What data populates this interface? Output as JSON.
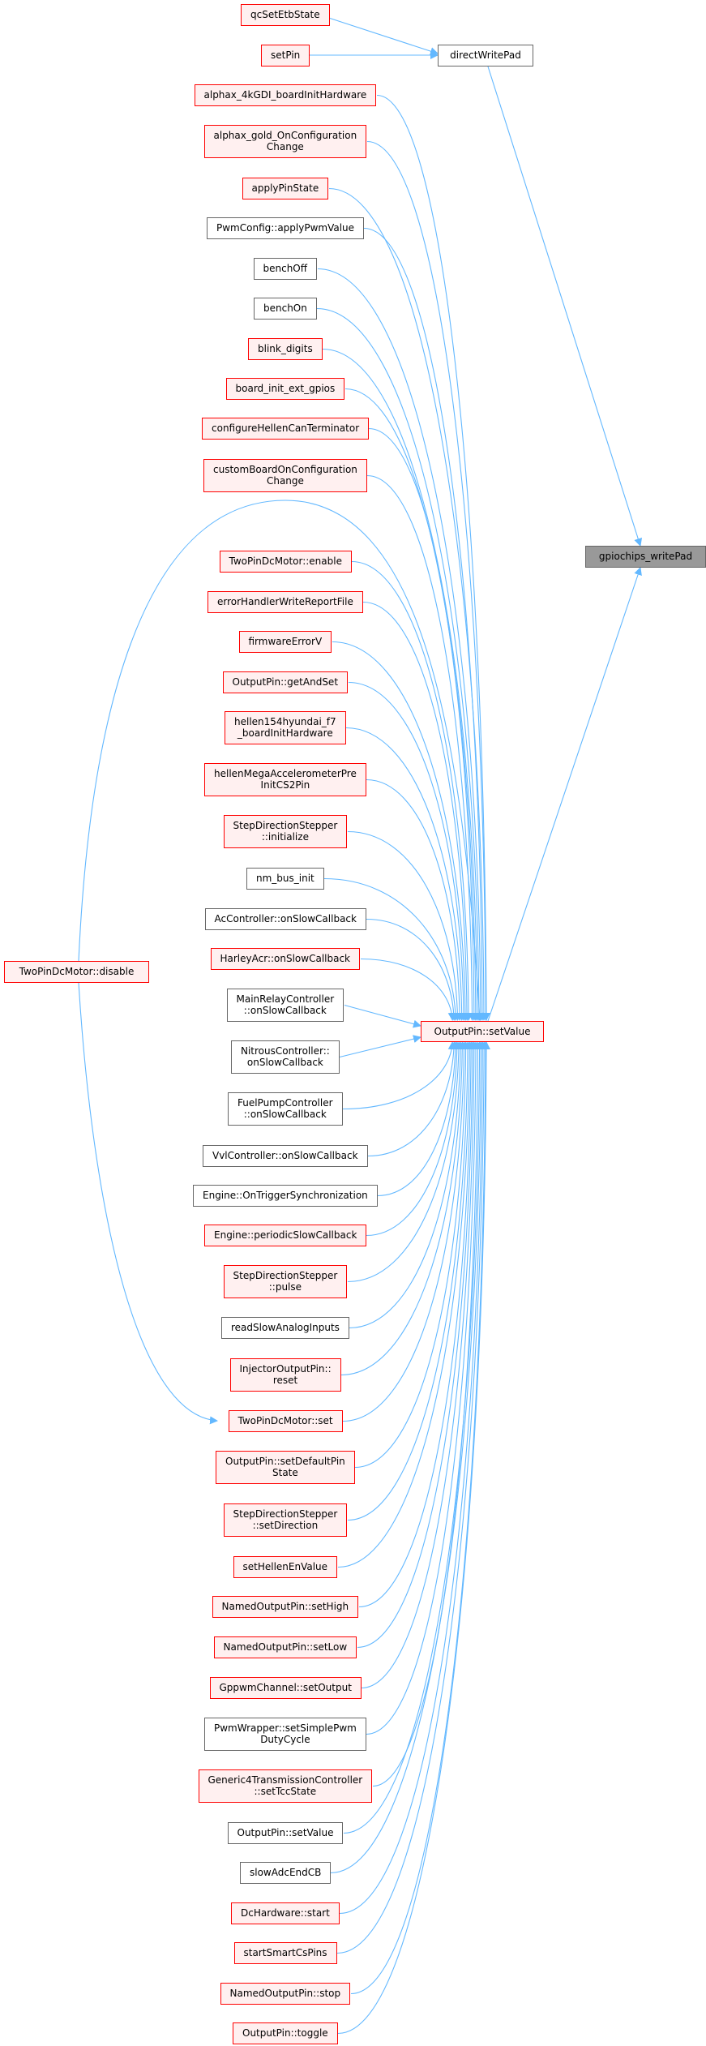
{
  "colors": {
    "edge": "#63b8ff",
    "red_border": "#ff0000",
    "red_fill": "#fff0f0",
    "plain_border": "#666666",
    "focus_fill": "#999999"
  },
  "focus": {
    "label": "gpiochips_writePad"
  },
  "intermediate": [
    {
      "label": "directWritePad",
      "style": "plain"
    },
    {
      "label": "OutputPin::setValue",
      "style": "red"
    },
    {
      "label": "TwoPinDcMotor::disable",
      "style": "red"
    }
  ],
  "direct_callers": [
    {
      "label": "qcSetEtbState",
      "style": "red"
    },
    {
      "label": "setPin",
      "style": "red"
    }
  ],
  "callers": [
    {
      "label": "alphax_4kGDI_boardInitHardware",
      "style": "red"
    },
    {
      "label": "alphax_gold_OnConfiguration\nChange",
      "style": "red"
    },
    {
      "label": "applyPinState",
      "style": "red"
    },
    {
      "label": "PwmConfig::applyPwmValue",
      "style": "plain"
    },
    {
      "label": "benchOff",
      "style": "plain"
    },
    {
      "label": "benchOn",
      "style": "plain"
    },
    {
      "label": "blink_digits",
      "style": "red"
    },
    {
      "label": "board_init_ext_gpios",
      "style": "red"
    },
    {
      "label": "configureHellenCanTerminator",
      "style": "red"
    },
    {
      "label": "customBoardOnConfiguration\nChange",
      "style": "red"
    },
    {
      "label": "TwoPinDcMotor::enable",
      "style": "red"
    },
    {
      "label": "errorHandlerWriteReportFile",
      "style": "red"
    },
    {
      "label": "firmwareErrorV",
      "style": "red"
    },
    {
      "label": "OutputPin::getAndSet",
      "style": "red"
    },
    {
      "label": "hellen154hyundai_f7\n_boardInitHardware",
      "style": "red"
    },
    {
      "label": "hellenMegaAccelerometerPre\nInitCS2Pin",
      "style": "red"
    },
    {
      "label": "StepDirectionStepper\n::initialize",
      "style": "red"
    },
    {
      "label": "nm_bus_init",
      "style": "plain"
    },
    {
      "label": "AcController::onSlowCallback",
      "style": "plain"
    },
    {
      "label": "HarleyAcr::onSlowCallback",
      "style": "red"
    },
    {
      "label": "MainRelayController\n::onSlowCallback",
      "style": "plain"
    },
    {
      "label": "NitrousController::\nonSlowCallback",
      "style": "plain"
    },
    {
      "label": "FuelPumpController\n::onSlowCallback",
      "style": "plain"
    },
    {
      "label": "VvlController::onSlowCallback",
      "style": "plain"
    },
    {
      "label": "Engine::OnTriggerSynchronization",
      "style": "plain"
    },
    {
      "label": "Engine::periodicSlowCallback",
      "style": "red"
    },
    {
      "label": "StepDirectionStepper\n::pulse",
      "style": "red"
    },
    {
      "label": "readSlowAnalogInputs",
      "style": "plain"
    },
    {
      "label": "InjectorOutputPin::\nreset",
      "style": "red"
    },
    {
      "label": "TwoPinDcMotor::set",
      "style": "red"
    },
    {
      "label": "OutputPin::setDefaultPin\nState",
      "style": "red"
    },
    {
      "label": "StepDirectionStepper\n::setDirection",
      "style": "red"
    },
    {
      "label": "setHellenEnValue",
      "style": "red"
    },
    {
      "label": "NamedOutputPin::setHigh",
      "style": "red"
    },
    {
      "label": "NamedOutputPin::setLow",
      "style": "red"
    },
    {
      "label": "GppwmChannel::setOutput",
      "style": "red"
    },
    {
      "label": "PwmWrapper::setSimplePwm\nDutyCycle",
      "style": "plain"
    },
    {
      "label": "Generic4TransmissionController\n::setTccState",
      "style": "red"
    },
    {
      "label": "OutputPin::setValue",
      "style": "plain"
    },
    {
      "label": "slowAdcEndCB",
      "style": "plain"
    },
    {
      "label": "DcHardware::start",
      "style": "red"
    },
    {
      "label": "startSmartCsPins",
      "style": "red"
    },
    {
      "label": "NamedOutputPin::stop",
      "style": "red"
    },
    {
      "label": "OutputPin::toggle",
      "style": "red"
    }
  ]
}
